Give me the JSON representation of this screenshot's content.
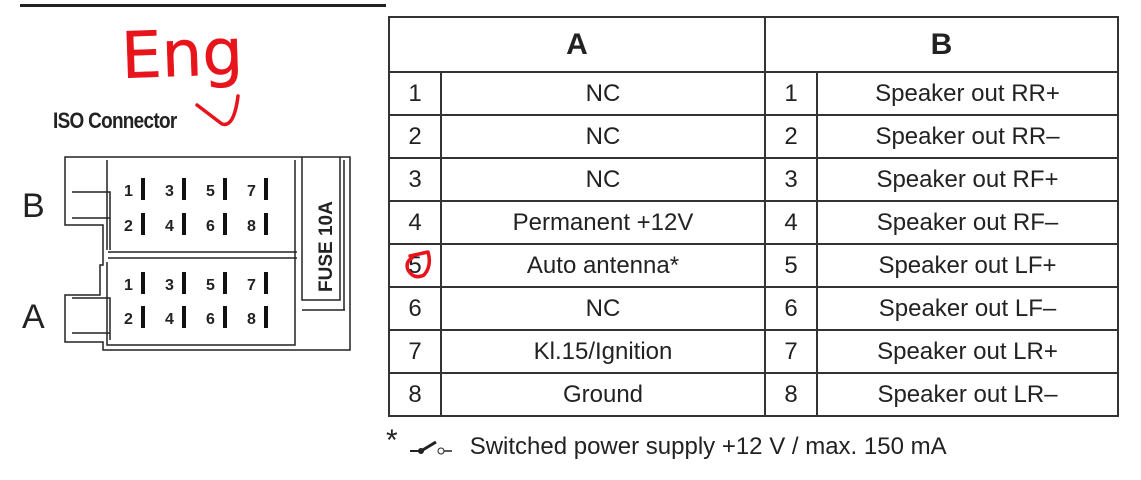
{
  "annotation": {
    "handwritten": "Eng",
    "color": "#e8141c"
  },
  "connector": {
    "title": "ISO Connector",
    "label_b": "B",
    "label_a": "A",
    "fuse": "FUSE 10A",
    "pins": [
      "1",
      "2",
      "3",
      "4",
      "5",
      "6",
      "7",
      "8"
    ]
  },
  "table": {
    "headers": [
      "A",
      "B"
    ],
    "rows": [
      {
        "a_num": "1",
        "a": "NC",
        "b_num": "1",
        "b": "Speaker out RR+"
      },
      {
        "a_num": "2",
        "a": "NC",
        "b_num": "2",
        "b": "Speaker out RR–"
      },
      {
        "a_num": "3",
        "a": "NC",
        "b_num": "3",
        "b": "Speaker out RF+"
      },
      {
        "a_num": "4",
        "a": "Permanent +12V",
        "b_num": "4",
        "b": "Speaker out RF–"
      },
      {
        "a_num": "5",
        "a": "Auto antenna*",
        "b_num": "5",
        "b": "Speaker out LF+"
      },
      {
        "a_num": "6",
        "a": "NC",
        "b_num": "6",
        "b": "Speaker out LF–"
      },
      {
        "a_num": "7",
        "a": "Kl.15/Ignition",
        "b_num": "7",
        "b": "Speaker out LR+"
      },
      {
        "a_num": "8",
        "a": "Ground",
        "b_num": "8",
        "b": "Speaker out LR–"
      }
    ]
  },
  "footnote": {
    "marker": "*",
    "icon": "switch-icon",
    "text": "Switched power supply +12 V / max. 150 mA"
  }
}
